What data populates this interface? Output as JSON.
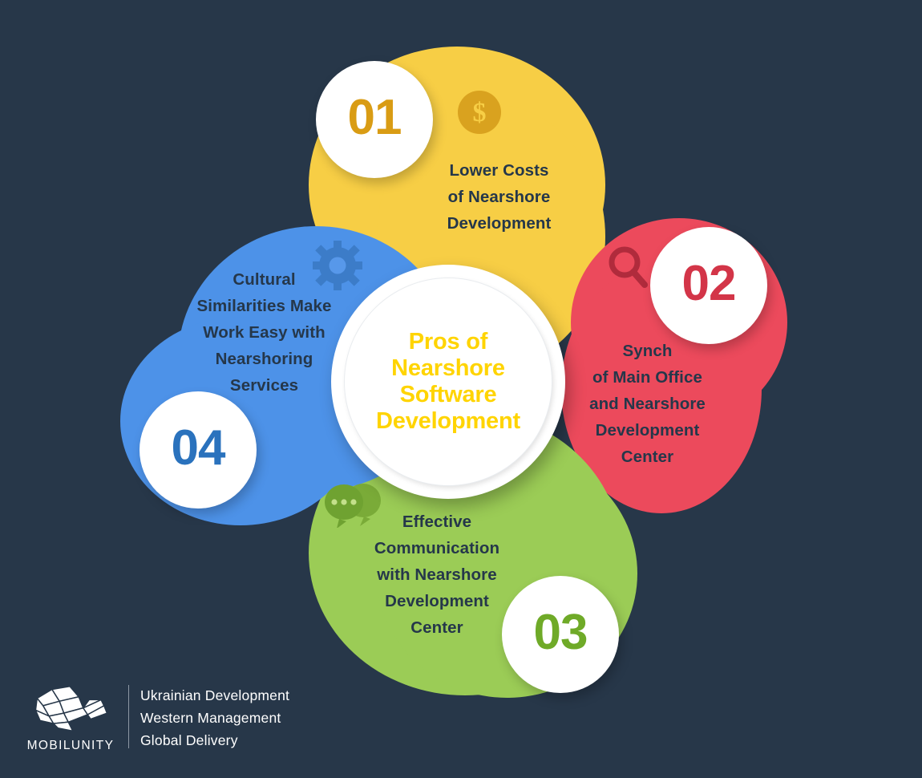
{
  "background_color": "#273749",
  "center": {
    "title": "Pros of\nNearshore\nSoftware\nDevelopment",
    "title_color": "#ffd400"
  },
  "segments": [
    {
      "key": "lower-costs",
      "number": "01",
      "text": "Lower Costs\nof Nearshore\nDevelopment",
      "color": "#f7ce45",
      "number_color": "#d99c14",
      "icon": "dollar-coin-icon"
    },
    {
      "key": "synch-offices",
      "number": "02",
      "text": "Synch\nof Main Office\nand Nearshore\nDevelopment\nCenter",
      "color": "#ec4a5c",
      "number_color": "#d33548",
      "icon": "magnifier-icon"
    },
    {
      "key": "effective-communication",
      "number": "03",
      "text": "Effective\nCommunication\nwith Nearshore\nDevelopment\nCenter",
      "color": "#9bcc56",
      "number_color": "#6faa28",
      "icon": "speech-bubbles-icon"
    },
    {
      "key": "cultural-similarities",
      "number": "04",
      "text": "Cultural\nSimilarities Make\nWork Easy with\nNearshoring\nServices",
      "color": "#4d92e8",
      "number_color": "#2a72bd",
      "icon": "gear-icon"
    }
  ],
  "logo": {
    "wordmark": "MOBILUNITY",
    "taglines": "Ukrainian Development\nWestern Management\nGlobal Delivery"
  }
}
